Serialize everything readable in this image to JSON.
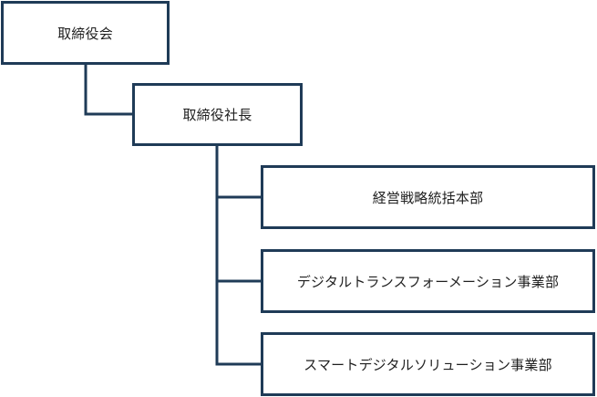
{
  "org_chart": {
    "board": {
      "label": "取締役会"
    },
    "president": {
      "label": "取締役社長"
    },
    "divisions": [
      {
        "label": "経営戦略統括本部"
      },
      {
        "label": "デジタルトランスフォーメーション事業部"
      },
      {
        "label": "スマートデジタルソリューション事業部"
      }
    ]
  },
  "colors": {
    "border": "#1f3b57",
    "text": "#1f1f1f",
    "background": "#ffffff"
  }
}
